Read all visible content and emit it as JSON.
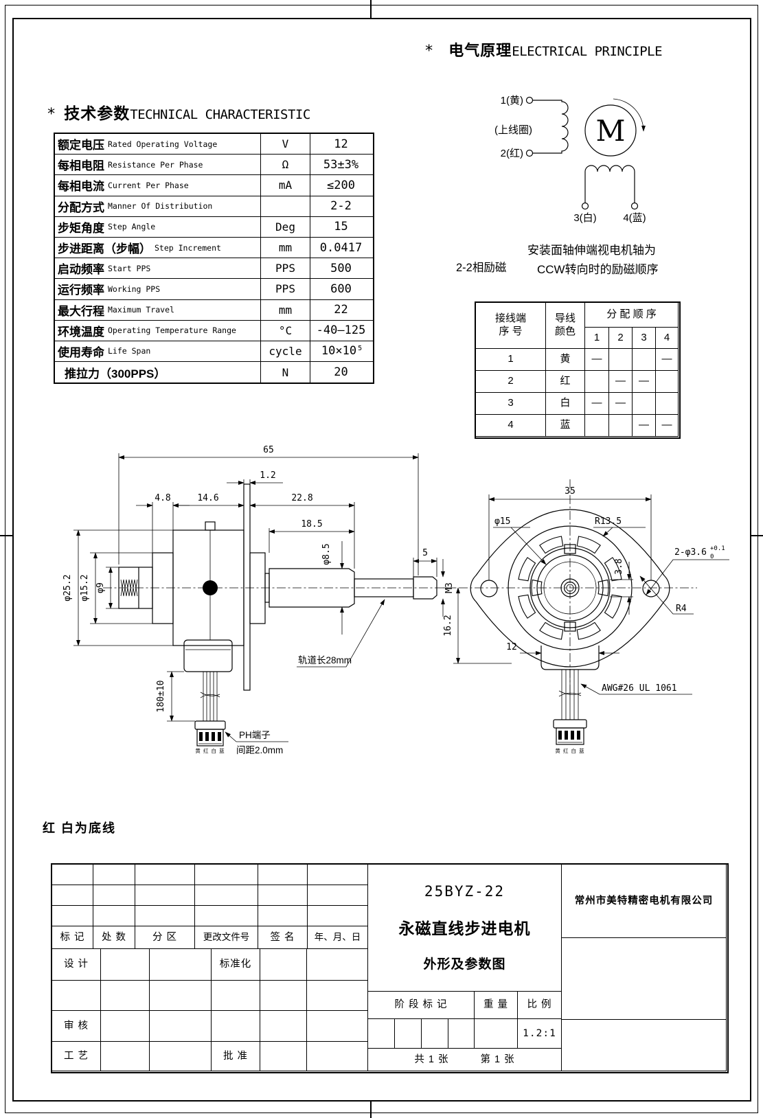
{
  "headings": {
    "star": "*",
    "tech_cn": "技术参数",
    "tech_en": "TECHNICAL CHARACTERISTIC",
    "elec_cn": "电气原理",
    "elec_en": "ELECTRICAL PRINCIPLE"
  },
  "tech_table": {
    "rows": [
      {
        "cn": "额定电压",
        "en": "Rated Operating Voltage",
        "unit": "V",
        "val": "12",
        "sup": ""
      },
      {
        "cn": "每相电阻",
        "en": "Resistance Per Phase",
        "unit": "Ω",
        "val": "53±3%",
        "sup": ""
      },
      {
        "cn": "每相电流",
        "en": "Current Per Phase",
        "unit": "mA",
        "val": "≤200",
        "sup": ""
      },
      {
        "cn": "分配方式",
        "en": "Manner Of Distribution",
        "unit": "",
        "val": "2-2",
        "sup": ""
      },
      {
        "cn": "步矩角度",
        "en": "Step Angle",
        "unit": "Deg",
        "val": "15",
        "sup": ""
      },
      {
        "cn": "步进距离（步幅）",
        "en": "Step Increment",
        "unit": "mm",
        "val": "0.0417",
        "sup": ""
      },
      {
        "cn": "启动频率",
        "en": "Start PPS",
        "unit": "PPS",
        "val": "500",
        "sup": ""
      },
      {
        "cn": "运行频率",
        "en": "Working PPS",
        "unit": "PPS",
        "val": "600",
        "sup": ""
      },
      {
        "cn": "最大行程",
        "en": "Maximum Travel",
        "unit": "mm",
        "val": "22",
        "sup": ""
      },
      {
        "cn": "环境温度",
        "en": "Operating Temperature Range",
        "unit": "°C",
        "val": "-40—125",
        "sup": ""
      },
      {
        "cn": "使用寿命",
        "en": "Life Span",
        "unit": "cycle",
        "val": "10×10",
        "sup": "5"
      },
      {
        "cn": "推拉力（300PPS）",
        "en": "",
        "unit": "N",
        "val": "20",
        "sup": ""
      }
    ]
  },
  "electrical": {
    "t1": "1(黄)",
    "coil": "(上线圈)",
    "t2": "2(红)",
    "m": "M",
    "t3": "3(白)",
    "t4": "4(蓝)"
  },
  "excitation": {
    "mode": "2-2相励磁",
    "note1": "安装面轴伸端视电机轴为",
    "note2": "CCW转向时的励磁顺序",
    "h_term_1": "接线端",
    "h_term_2": "序 号",
    "h_wire_1": "导线",
    "h_wire_2": "颜色",
    "h_seq": "分 配 顺 序",
    "cols": [
      "1",
      "2",
      "3",
      "4"
    ],
    "rows": [
      {
        "no": "1",
        "color": "黄",
        "m1": "—",
        "m2": "",
        "m3": "",
        "m4": "—"
      },
      {
        "no": "2",
        "color": "红",
        "m1": "",
        "m2": "—",
        "m3": "—",
        "m4": ""
      },
      {
        "no": "3",
        "color": "白",
        "m1": "—",
        "m2": "—",
        "m3": "",
        "m4": ""
      },
      {
        "no": "4",
        "color": "蓝",
        "m1": "",
        "m2": "",
        "m3": "—",
        "m4": "—"
      }
    ]
  },
  "side_view": {
    "d65": "65",
    "d1_2": "1.2",
    "d4_8": "4.8",
    "d14_6": "14.6",
    "d22_8": "22.8",
    "d18_5": "18.5",
    "d8_5": "φ8.5",
    "d5": "5",
    "m3": "M3",
    "d25_2": "φ25.2",
    "d15_2": "φ15.2",
    "d9": "φ9",
    "track": "轨道长28mm",
    "wire_len": "180±10",
    "ph": "PH端子",
    "pitch": "间距2.0mm",
    "wire_colors": "黄 红 白 蓝"
  },
  "front_view": {
    "d35": "35",
    "d15": "φ15",
    "r13_5": "R13.5",
    "d3_8": "3.8",
    "holes": "2-φ3.6",
    "tol_up": "+0.1",
    "tol_dn": "0",
    "r4": "R4",
    "d16_2": "16.2",
    "d12": "12",
    "awg": "AWG#26 UL 1061",
    "wire_colors": "黄 红 白 蓝"
  },
  "footnote": "红 白为底线",
  "title_block": {
    "rev_headers": [
      "标 记",
      "处 数",
      "分  区",
      "更改文件号",
      "签  名",
      "年、月、日"
    ],
    "roles": {
      "design": "设 计",
      "standard": "标准化",
      "audit": "审 核",
      "process": "工 艺",
      "approve": "批 准"
    },
    "model": "25BYZ-22",
    "product": "永磁直线步进电机",
    "drawing": "外形及参数图",
    "company": "常州市美特精密电机有限公司",
    "stage": "阶 段 标 记",
    "weight": "重 量",
    "scale": "比 例",
    "scale_val": "1.2:1",
    "sheet_total": "共 1 张",
    "sheet_no": "第 1 张"
  }
}
